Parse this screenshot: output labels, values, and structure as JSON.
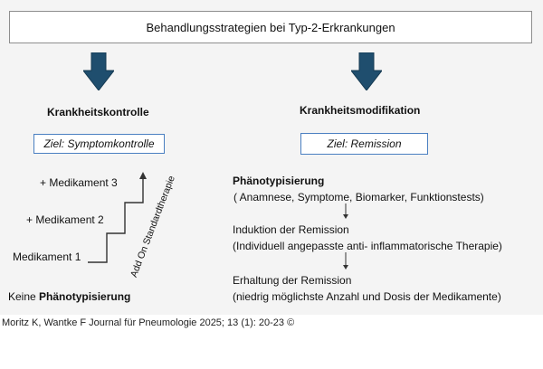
{
  "title": "Behandlungsstrategien bei Typ-2-Erkrankungen",
  "left": {
    "heading": "Krankheitskontrolle",
    "goal": "Ziel: Symptomkontrolle",
    "steps": [
      "+ Medikament 3",
      "+ Medikament 2",
      "Medikament 1"
    ],
    "rotated_label": "Add On Standardtherapie",
    "bottom_prefix": "Keine ",
    "bottom_bold": "Phänotypisierung"
  },
  "right": {
    "heading": "Krankheitsmodifikation",
    "goal": "Ziel: Remission",
    "step1_title": "Phänotypisierung",
    "step1_detail": "( Anamnese, Symptome, Biomarker, Funktionstests)",
    "step2_title": "Induktion der Remission",
    "step2_detail": "(Individuell angepasste  anti- inflammatorische Therapie)",
    "step3_title": "Erhaltung der Remission",
    "step3_detail": "(niedrig möglichste Anzahl und Dosis der Medikamente)"
  },
  "footer": "Moritz K, Wantke F Journal für Pneumologie 2025; 13 (1): 20-23 ©",
  "colors": {
    "arrow_fill": "#1f4e6e",
    "goal_border": "#4a7fc1",
    "panel_bg": "#f4f4f4"
  }
}
